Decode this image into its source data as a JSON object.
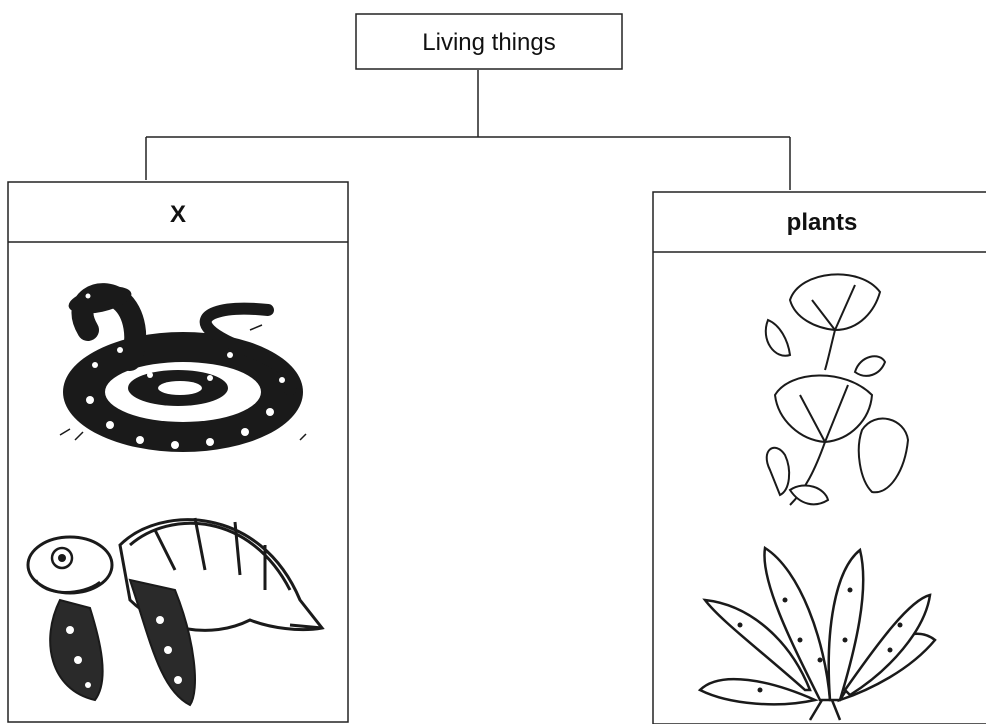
{
  "root": {
    "label": "Living things"
  },
  "branches": [
    {
      "label": "X",
      "items": [
        "snake-illustration",
        "turtle-illustration"
      ]
    },
    {
      "label": "plants",
      "items": [
        "flower-illustration",
        "leafy-plant-illustration"
      ]
    }
  ],
  "colors": {
    "line": "#222222",
    "background": "#ffffff",
    "ink": "#111111"
  }
}
